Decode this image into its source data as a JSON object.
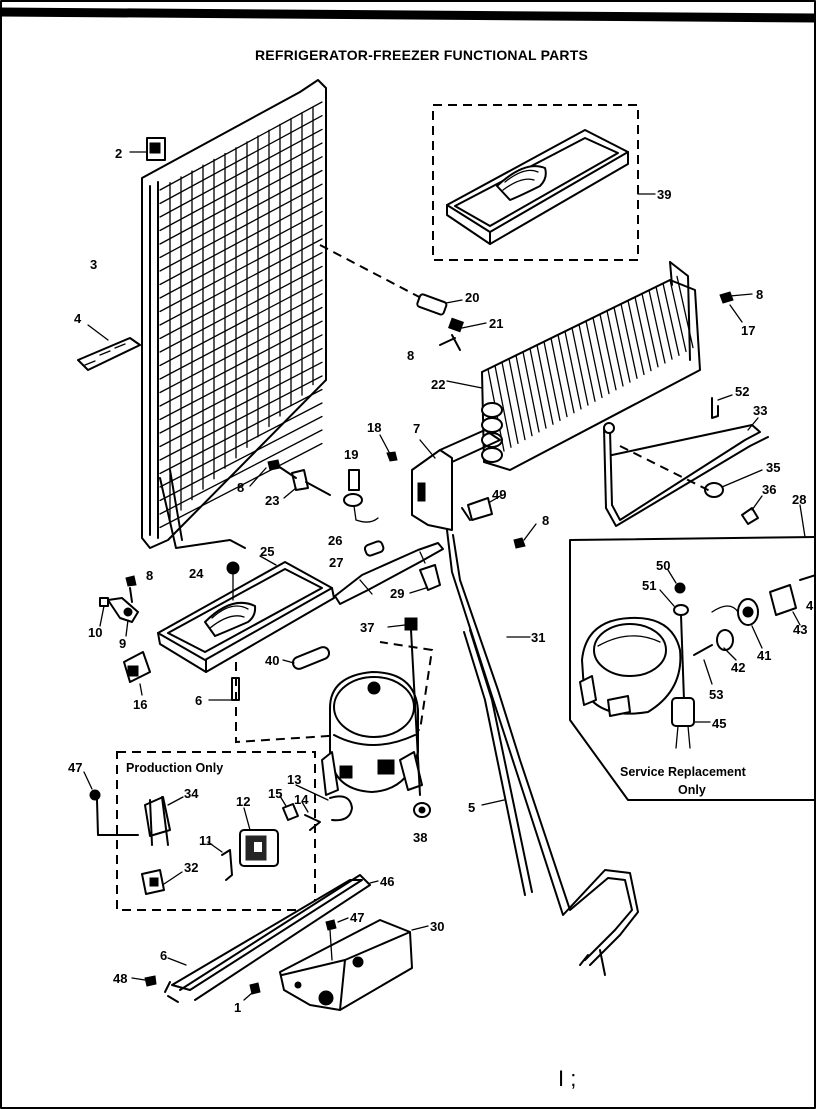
{
  "title": "REFRIGERATOR-FREEZER FUNCTIONAL PARTS",
  "notes": {
    "production_only": "Production Only",
    "service_replacement_line1": "Service Replacement",
    "service_replacement_line2": "Only"
  },
  "callouts": {
    "c2": "2",
    "c3": "3",
    "c4": "4",
    "c20": "20",
    "c8a": "8",
    "c21": "21",
    "c39": "39",
    "c8b": "8",
    "c17": "17",
    "c22": "22",
    "c52": "52",
    "c33": "33",
    "c18": "18",
    "c7": "7",
    "c19": "19",
    "c35": "35",
    "c36": "36",
    "c28": "28",
    "c8c": "8",
    "c23": "23",
    "c49": "49",
    "c8d": "8",
    "c26": "26",
    "c25": "25",
    "c24": "24",
    "c8e": "8",
    "c27": "27",
    "c29": "29",
    "c10": "10",
    "c9": "9",
    "c50": "50",
    "c51": "51",
    "c4r": "4",
    "c43": "43",
    "c31": "31",
    "c37": "37",
    "c40": "40",
    "c16": "16",
    "c42": "42",
    "c41": "41",
    "c6a": "6",
    "c53": "53",
    "c45": "45",
    "c47a": "47",
    "c34": "34",
    "c12": "12",
    "c15": "15",
    "c14": "14",
    "c13": "13",
    "c5": "5",
    "c38": "38",
    "c11": "11",
    "c32": "32",
    "c46": "46",
    "c47b": "47",
    "c30": "30",
    "c6b": "6",
    "c48": "48",
    "c1": "1"
  },
  "footer_mark": "I ;"
}
